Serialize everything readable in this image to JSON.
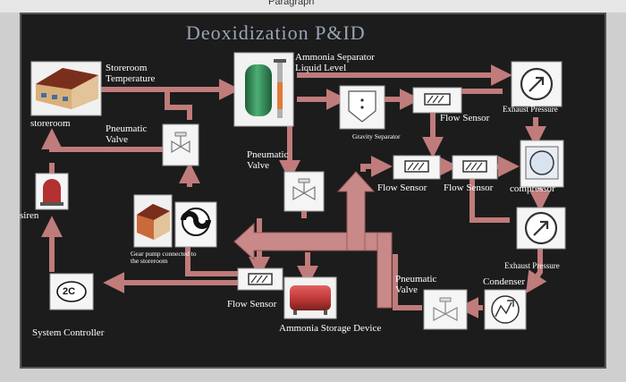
{
  "window": {
    "top_text": "Paragraph"
  },
  "diagram": {
    "title": "Deoxidization P&ID",
    "labels": {
      "storeroom_temperature": "Storeroom\nTemperature",
      "storeroom": "storeroom",
      "siren": "siren",
      "system_controller": "System Controller",
      "pneumatic_valve_left": "Pneumatic\nValve",
      "ammonia_separator": "Ammonia Separator\nLiquid Level",
      "pneumatic_valve_center": "Pneumatic\nValve",
      "gravity_separator": "Gravity Separator",
      "flow_sensor_top": "Flow Sensor",
      "exhaust_pressure_top": "Exhaust Pressure",
      "flow_sensor_mid_a": "Flow Sensor",
      "flow_sensor_mid_b": "Flow Sensor",
      "compressor": "compressor",
      "exhaust_pressure_bottom": "Exhaust Pressure",
      "gear_pump": "Gear pump connected to\nthe storeroom",
      "flow_sensor_bottom": "Flow Sensor",
      "ammonia_storage": "Ammonia Storage Device",
      "pneumatic_valve_bottom": "Pneumatic\nValve",
      "condenser": "Condenser",
      "controller_symbol": "2C"
    }
  },
  "colors": {
    "background": "#1c1c1c",
    "pipe": "#c07b7b",
    "pipe_dark": "#9a5a5a",
    "label": "#ffffff",
    "title": "#9aa3b5",
    "tank": "#2f7d4f",
    "storage_tank": "#c43b3b"
  }
}
